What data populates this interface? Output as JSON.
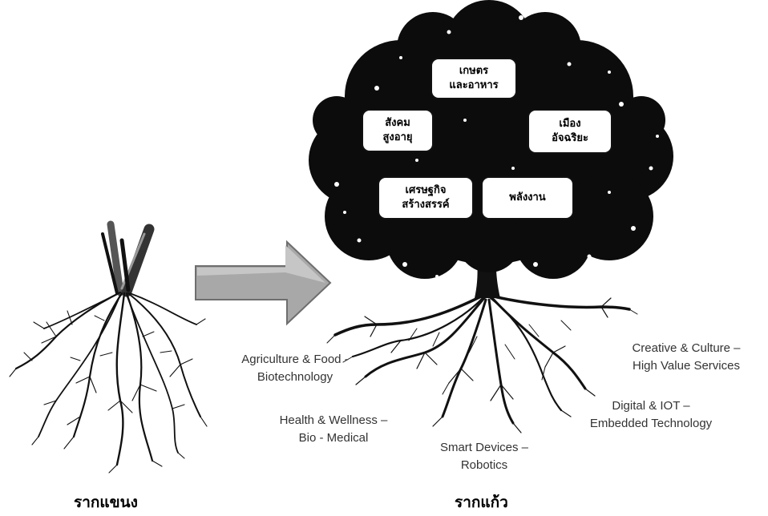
{
  "tree_boxes": [
    {
      "line1": "เกษตร",
      "line2": "และอาหาร"
    },
    {
      "line1": "สังคม",
      "line2": "สูงอายุ"
    },
    {
      "line1": "เมือง",
      "line2": "อัจฉริยะ"
    },
    {
      "line1": "เศรษฐกิจ",
      "line2": "สร้างสรรค์"
    },
    {
      "line1": "พลังงาน",
      "line2": ""
    }
  ],
  "root_labels": [
    {
      "line1": "Agriculture & Food -",
      "line2": "Biotechnology"
    },
    {
      "line1": "Health & Wellness –",
      "line2": "Bio - Medical"
    },
    {
      "line1": "Smart Devices –",
      "line2": "Robotics"
    },
    {
      "line1": "Creative & Culture –",
      "line2": "High Value Services"
    },
    {
      "line1": "Digital & IOT –",
      "line2": "Embedded Technology"
    }
  ],
  "captions": {
    "left": "รากแขนง",
    "right": "รากแก้ว"
  },
  "colors": {
    "foliage": "#0c0c0c",
    "arrow_fill": "#a8a8a8",
    "arrow_stroke": "#6e6e6e"
  }
}
